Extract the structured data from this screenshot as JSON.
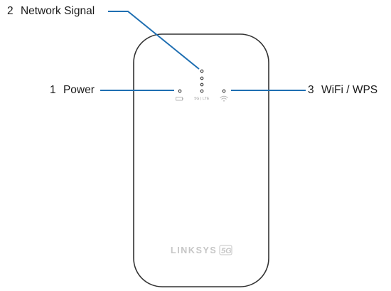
{
  "callouts": {
    "network_signal": {
      "number": "2",
      "text": "Network Signal"
    },
    "power": {
      "number": "1",
      "text": "Power"
    },
    "wifi_wps": {
      "number": "3",
      "text": "WiFi / WPS"
    }
  },
  "device": {
    "network_label": "5G | LTE",
    "brand": "LINKSYS",
    "brand_mark": "5G",
    "icons": {
      "power": "battery-icon",
      "wifi": "wifi-icon"
    }
  },
  "colors": {
    "leader_line": "#1f6fb2",
    "device_outline": "#333333",
    "brand_text": "#c6c6c6"
  }
}
